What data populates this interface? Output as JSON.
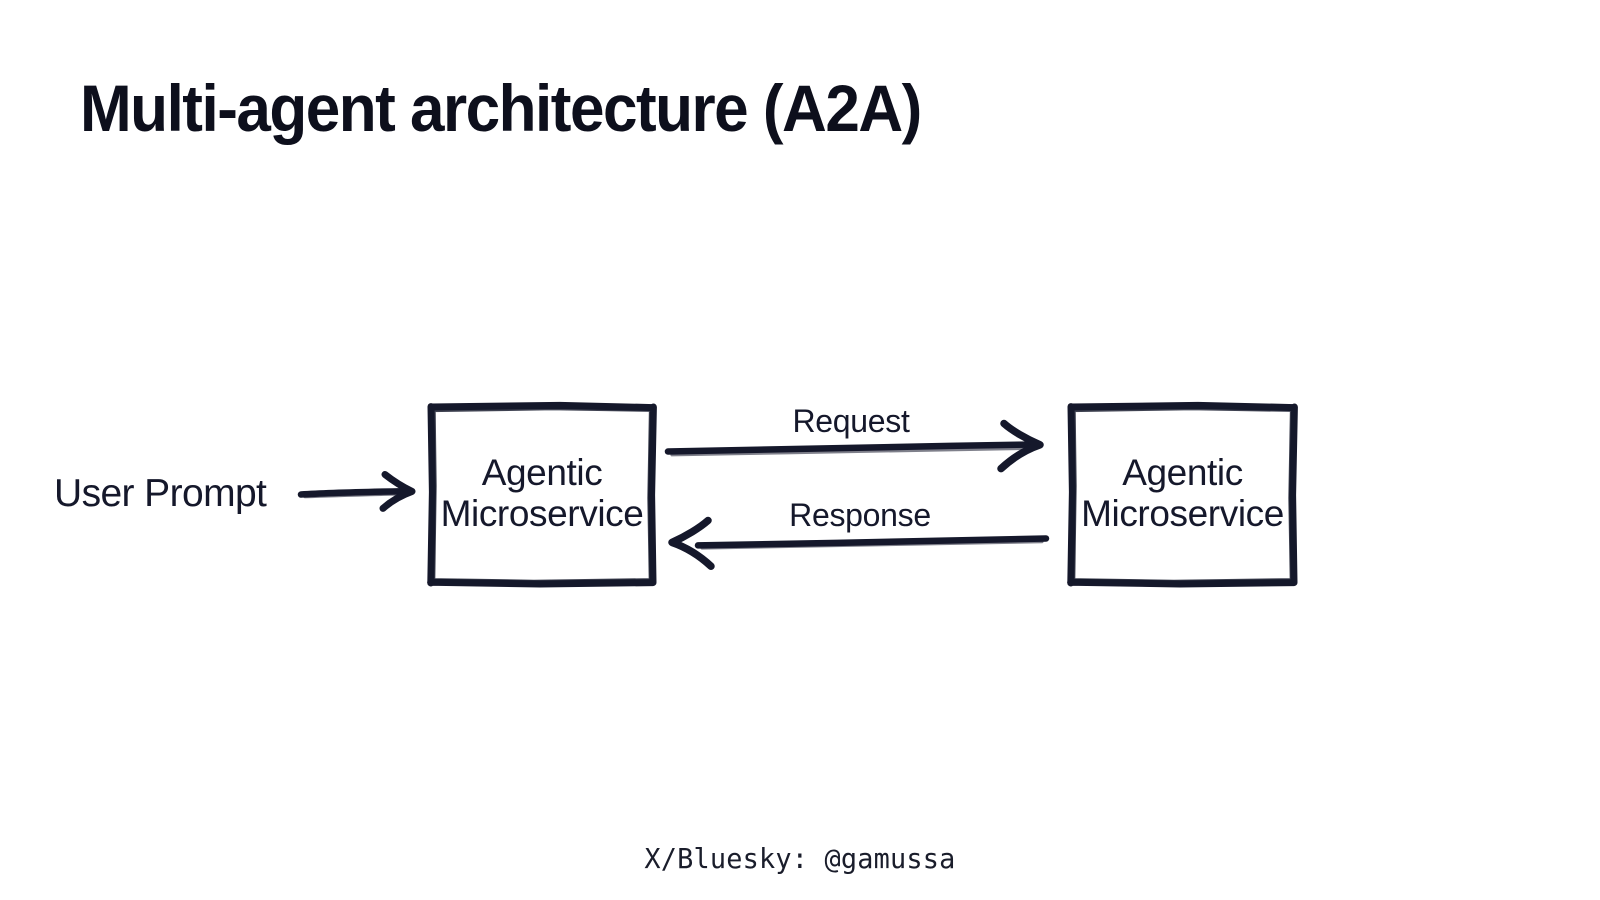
{
  "slide": {
    "title": "Multi-agent architecture (A2A)",
    "background_color": "#ffffff",
    "ink_color": "#15182b"
  },
  "diagram": {
    "style": "hand-drawn",
    "entry": {
      "label": "User Prompt",
      "arrow_icon": "arrow-right-icon"
    },
    "nodes": [
      {
        "id": "node-left",
        "line1": "Agentic",
        "line2": "Microservice"
      },
      {
        "id": "node-right",
        "line1": "Agentic",
        "line2": "Microservice"
      }
    ],
    "edges": [
      {
        "id": "edge-request",
        "label": "Request",
        "direction": "right",
        "arrow_icon": "arrow-right-icon"
      },
      {
        "id": "edge-response",
        "label": "Response",
        "direction": "left",
        "arrow_icon": "arrow-left-icon"
      }
    ]
  },
  "footer": {
    "handle": "X/Bluesky: @gamussa"
  }
}
